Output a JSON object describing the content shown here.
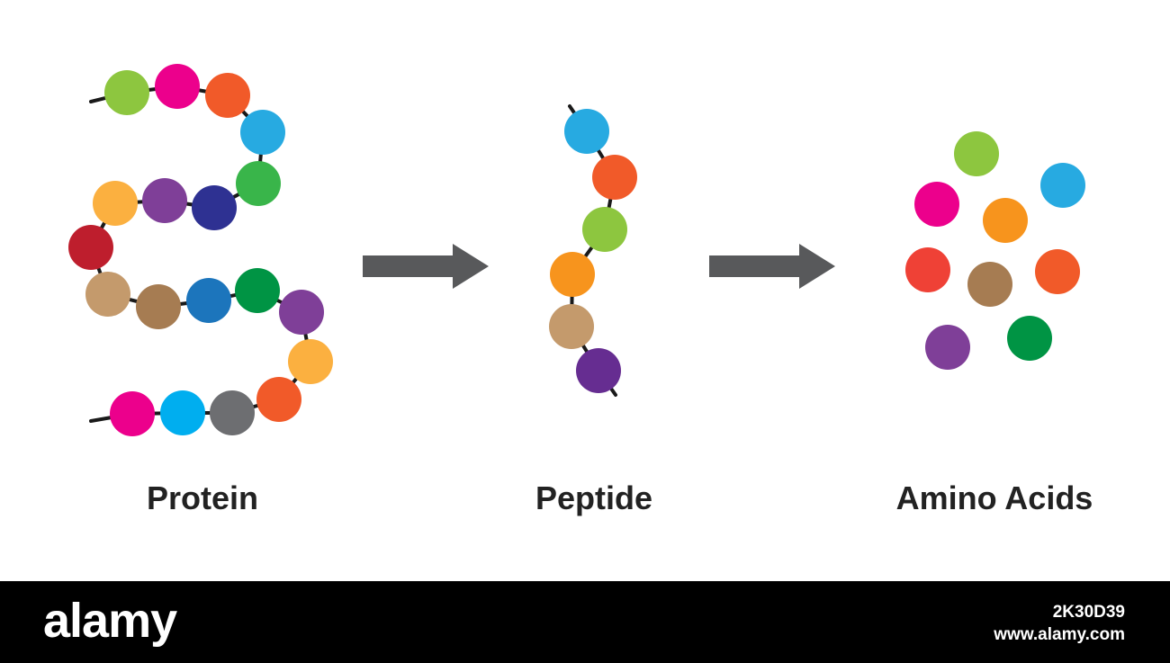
{
  "labels": {
    "protein": "Protein",
    "peptide": "Peptide",
    "amino_acids": "Amino Acids"
  },
  "colors": {
    "chain_line": "#1a1a1a",
    "arrow": "#58595b",
    "label_text": "#222222",
    "background": "#ffffff",
    "footer_background": "#000000"
  },
  "protein_beads": [
    "#8dc63f",
    "#ec008c",
    "#f15a29",
    "#27aae1",
    "#39b54a",
    "#2e3192",
    "#7f3f98",
    "#fbb040",
    "#be1e2d",
    "#c49a6c",
    "#a67c52",
    "#1c75bc",
    "#009444",
    "#7f3f98",
    "#fbb040",
    "#f15a29",
    "#6d6e71",
    "#00aeef",
    "#ec008c"
  ],
  "peptide_beads": [
    "#27aae1",
    "#f15a29",
    "#8dc63f",
    "#f7941d",
    "#c49a6c",
    "#662d91"
  ],
  "amino_acid_beads": [
    "#8dc63f",
    "#27aae1",
    "#ec008c",
    "#f7941d",
    "#ef4136",
    "#a67c52",
    "#f15a29",
    "#7f3f98",
    "#009444"
  ],
  "footer": {
    "brand": "alamy",
    "image_id": "2K30D39",
    "url": "www.alamy.com"
  }
}
